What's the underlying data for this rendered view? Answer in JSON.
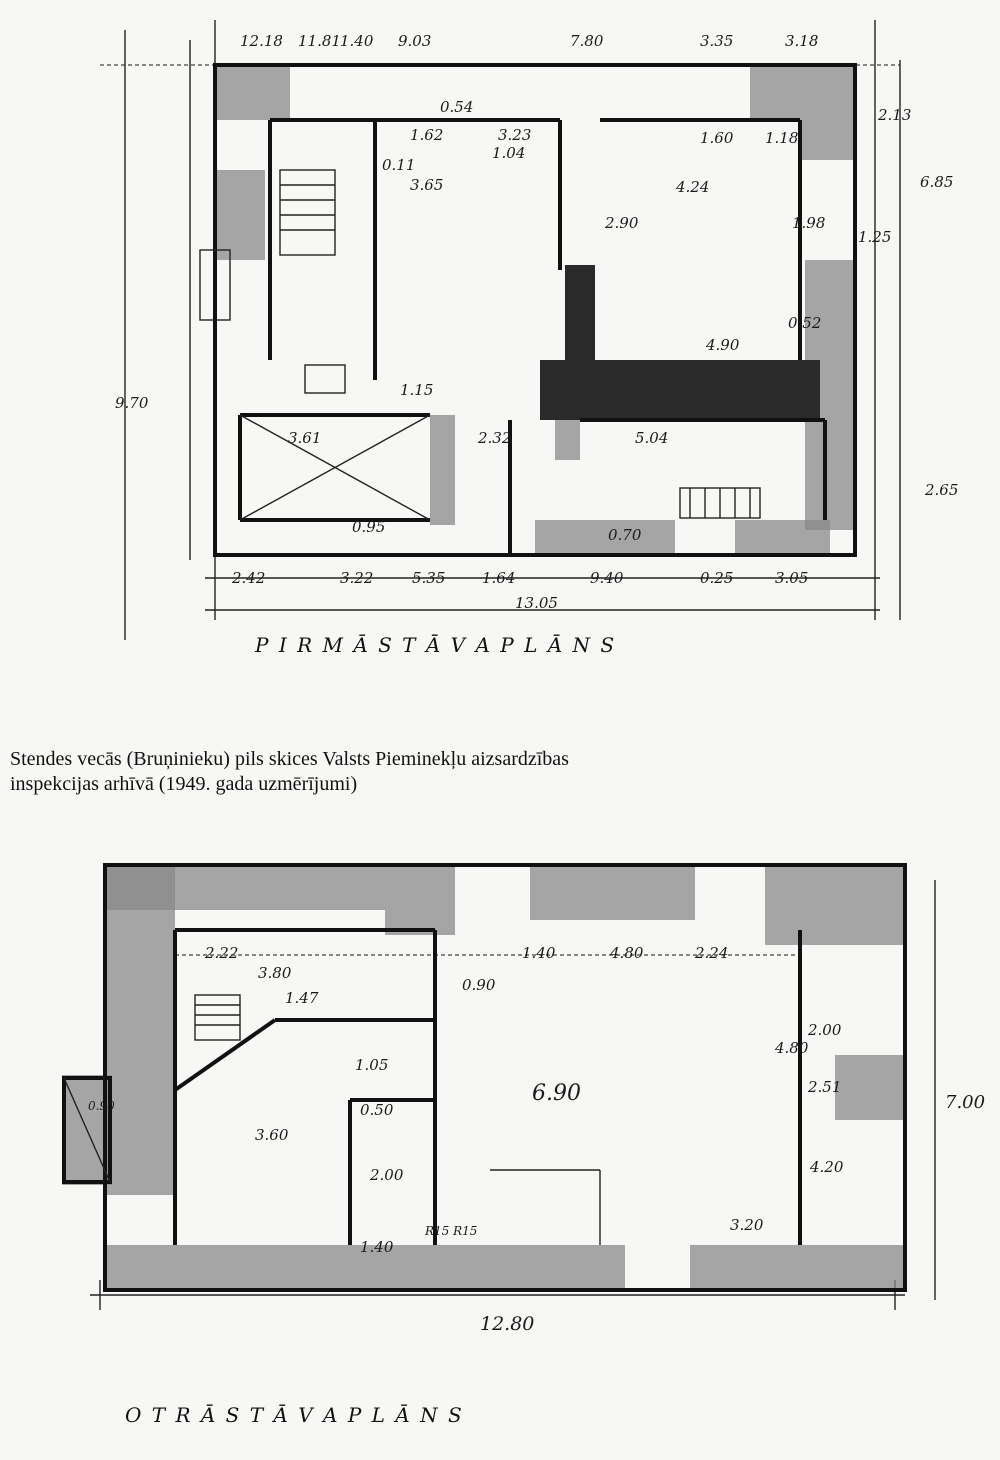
{
  "plan1": {
    "title": "P I R M Ā    S T Ā V A    P L Ā N S",
    "top_dims": [
      "12.18",
      "11.81",
      "1.40",
      "9.03",
      "7.80",
      "3.35",
      "3.18"
    ],
    "dims": [
      "2.13",
      "6.85",
      "1.04",
      "0.54",
      "1.62",
      "3.23",
      "1.60",
      "1.18",
      "0.11",
      "3.65",
      "4.24",
      "2.90",
      "1.98",
      "1.25",
      "4.90",
      "0.52",
      "9.70",
      "3.61",
      "2.32",
      "5.04",
      "2.65",
      "0.95",
      "0.70",
      "1.15",
      "13.05"
    ],
    "bottom_dims": [
      "2.42",
      "3.22",
      "5.35",
      "1.64",
      "9.40",
      "0.25",
      "3.05"
    ]
  },
  "caption": {
    "line1": "Stendes vecās (Bruņinieku) pils skices Valsts Pieminekļu aizsardzības",
    "line2": "inspekcijas arhīvā  (1949. gada uzmērījumi)"
  },
  "plan2": {
    "title": "O T R Ā    S T Ā V A    P L Ā N S",
    "dims": [
      "2.22",
      "3.80",
      "1.47",
      "1.40",
      "4.80",
      "2.24",
      "0.90",
      "1.05",
      "6.90",
      "0.50",
      "3.60",
      "2.00",
      "4.80",
      "2.00",
      "2.51",
      "4.20",
      "3.20",
      "1.40",
      "R15 R15",
      "12.80",
      "7.00",
      "0.90"
    ]
  }
}
